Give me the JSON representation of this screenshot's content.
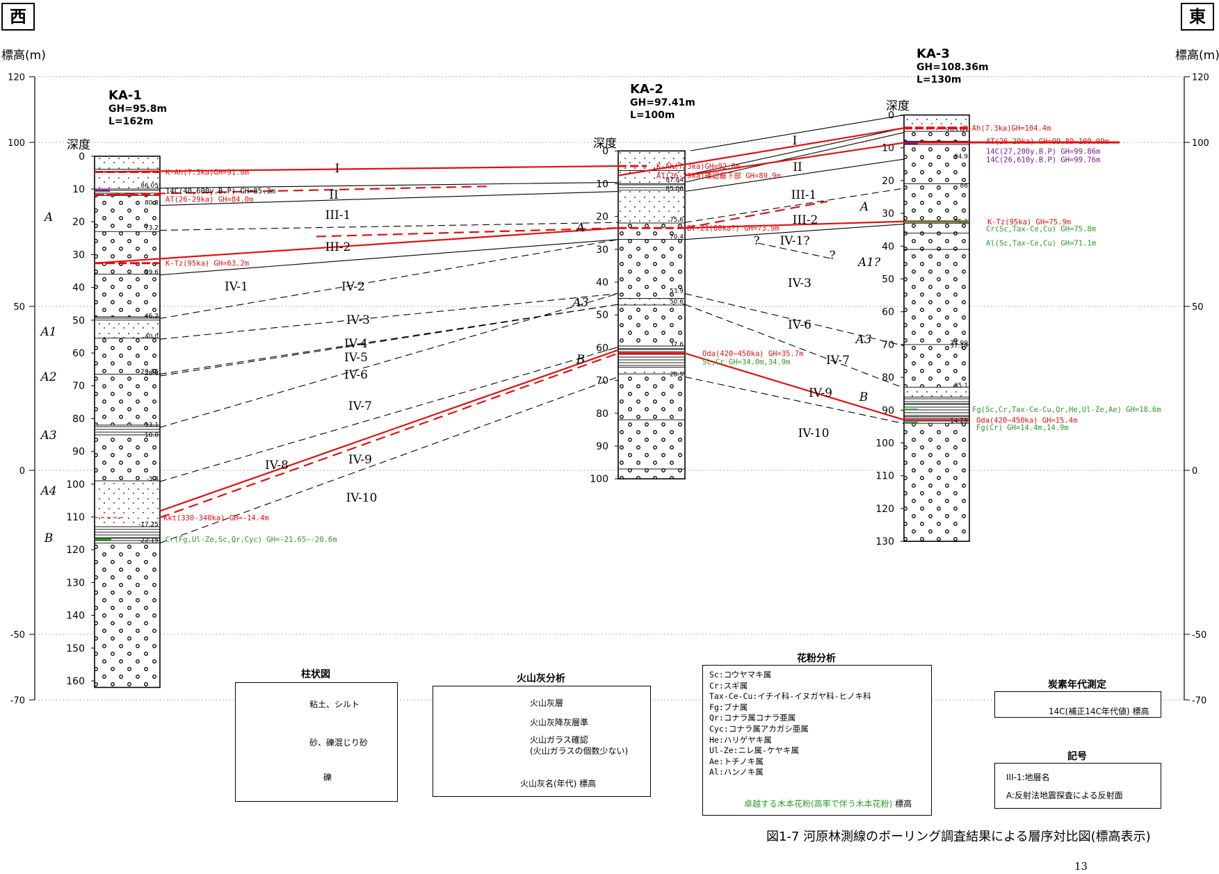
{
  "labels": {
    "west": "西",
    "east": "東",
    "axis_left": "標高(m)",
    "axis_right": "標高(m)",
    "depth": "深度"
  },
  "elevation_axis": {
    "ticks": [
      120,
      100,
      50,
      0,
      -50,
      -70
    ],
    "tick_labels": [
      "120",
      "100",
      "50",
      "0",
      "-50",
      "-70"
    ]
  },
  "boreholes": [
    {
      "name": "KA-1",
      "gh": "GH=95.8m",
      "length": "L=162m",
      "depth_ticks": [
        "0",
        "10",
        "20",
        "30",
        "40",
        "50",
        "60",
        "70",
        "80",
        "90",
        "100",
        "110",
        "120",
        "130",
        "140",
        "150",
        "160"
      ]
    },
    {
      "name": "KA-2",
      "gh": "GH=97.41m",
      "length": "L=100m",
      "depth_ticks": [
        "0",
        "10",
        "20",
        "30",
        "40",
        "50",
        "60",
        "70",
        "80",
        "90",
        "100"
      ]
    },
    {
      "name": "KA-3",
      "gh": "GH=108.36m",
      "length": "L=130m",
      "depth_ticks": [
        "0",
        "10",
        "20",
        "30",
        "40",
        "50",
        "60",
        "70",
        "80",
        "90",
        "100",
        "110",
        "120",
        "130"
      ]
    }
  ],
  "ka1_annotations": [
    "K-Ah(7.3ka)GH=91.0m",
    "14C(40,600y.B.P) GH=85.3m",
    "AT(26-29ka) GH=84.0m",
    "K-Tz(95ka) GH=63.2m",
    "Kkt(330-340ka) GH=-14.4m",
    "Cr(Fg,Ul-Ze,Sc,Qr,Cyc) GH=-21.65~-20.6m"
  ],
  "ka1_boundaries": [
    "86.05",
    "80.8",
    "73.2",
    "59.6",
    "46.3",
    "40.0",
    "29.35",
    "28.8",
    "13.1",
    "10.0",
    "-3.4",
    "-17.25",
    "-22.15"
  ],
  "ka2_annotations": [
    "K-Ah(7.3ka)GH=92.8m",
    "AT(26-29ka)確認最下部 GH=89.9m",
    "BT-21(80ka?) GH=73.9m",
    "Oda(420~450ka) GH=35.7m",
    "Sc,Cr GH=34.0m,34.9m"
  ],
  "ka2_boundaries": [
    "87.84",
    "85.06",
    "75.6",
    "70.4",
    "53.9",
    "50.6",
    "37.6",
    "28.5"
  ],
  "ka3_annotations": [
    "K-Ah(7.3ka)GH=104.4m",
    "AT(26-29ka) GH=99.89~100.09m",
    "14C(27,200y.B.P) GH=99.86m",
    "14C(26,610y.B.P) GH=99.76m",
    "K-Tz(95ka) GH=75.9m",
    "Cr(Sc,Tax-Ce,Cu) GH=75.8m",
    "Al(Sc,Tax-Ce,Cu) GH=71.1m",
    "Fg(Sc,Cr,Tax-Ce-Cu,Qr,He,Ul-Ze,Ae) GH=18.6m",
    "Oda(420~450ka) GH=15.4m",
    "Fg(Cr) GH=14.4m,14.9m"
  ],
  "ka3_boundaries": [
    "103.03",
    "94.9",
    "86",
    "75.1",
    "37.99",
    "37.19",
    "25.1",
    "14.28"
  ],
  "units": [
    "I",
    "II",
    "III-1",
    "III-2",
    "IV-1",
    "IV-2",
    "IV-3",
    "IV-4",
    "IV-5",
    "IV-6",
    "IV-7",
    "IV-8",
    "IV-9",
    "IV-10",
    "IV-1?",
    "?",
    "?"
  ],
  "reflectors": [
    "A",
    "A1",
    "A2",
    "A3",
    "A4",
    "B",
    "A",
    "A3",
    "B",
    "A",
    "A1?",
    "A3",
    "B"
  ],
  "legend_column": {
    "title": "柱状図",
    "items": [
      "粘土、シルト",
      "砂、礫混じり砂",
      "礫"
    ]
  },
  "legend_ash": {
    "title": "火山灰分析",
    "items": [
      "火山灰層",
      "火山灰降灰層準",
      "火山ガラス確認\n(火山ガラスの個数少ない)",
      "火山灰名(年代) 標高"
    ]
  },
  "legend_pollen": {
    "title": "花粉分析",
    "items": [
      "Sc:コウヤマキ属",
      "Cr:スギ属",
      "Tax-Ce-Cu:イチイ科-イヌガヤ科-ヒノキ科",
      "Fg:ブナ属",
      "Qr:コナラ属コナラ亜属",
      "Cyc:コナラ属アカガシ亜属",
      "He:ハリゲヤキ属",
      "Ul-Ze:ニレ属-ケヤキ属",
      "Ae:トチノキ属",
      "Al:ハンノキ属"
    ],
    "green_note": "卓越する木本花粉(高率で伴う木本花粉)",
    "green_note_suffix": " 標高"
  },
  "legend_carbon": {
    "title": "炭素年代測定",
    "item": "14C(補正14C年代値) 標高"
  },
  "legend_symbols": {
    "title": "記号",
    "items": [
      "III-1:地層名",
      "A:反射法地震探査による反射面"
    ]
  },
  "caption": "図1-7 河原林測線のボーリング調査結果による層序対比図(標高表示)",
  "page_number": "13",
  "colors": {
    "ash": "#e01010",
    "pollen": "#2a9a2a",
    "carbon": "#7a1b8a",
    "grid": "#9a9a9a"
  }
}
